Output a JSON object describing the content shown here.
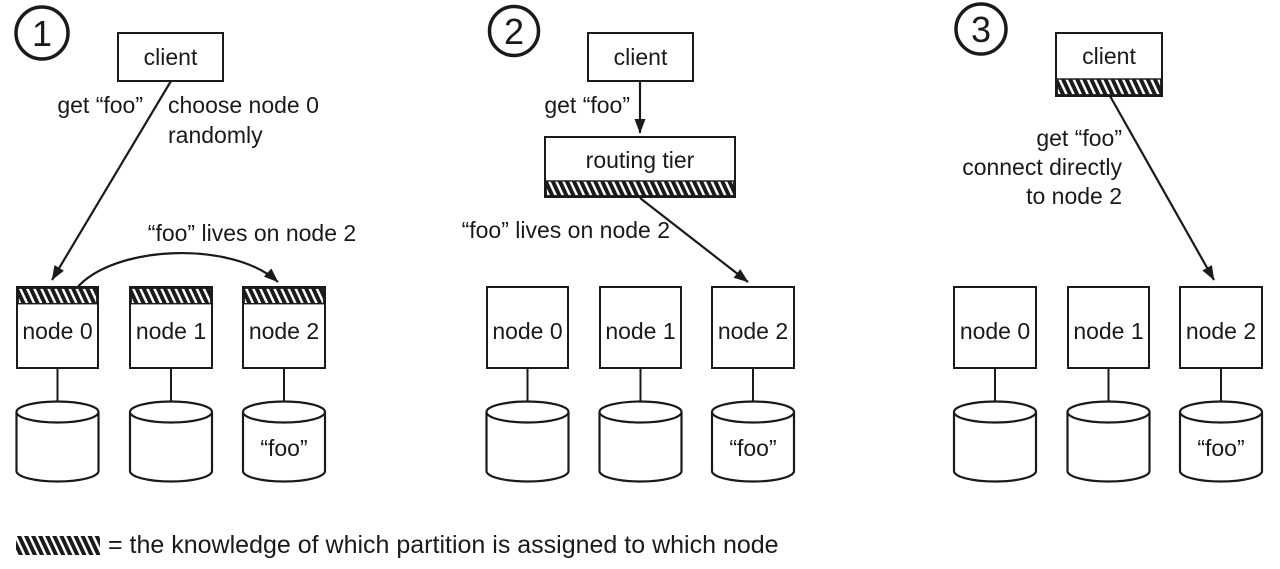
{
  "figure": {
    "panels": [
      {
        "number": "1",
        "client_label": "client",
        "request_label": "get “foo”",
        "note_line1": "choose node 0",
        "note_line2": "randomly",
        "forward_label": "“foo” lives on node 2",
        "nodes": [
          {
            "label": "node 0"
          },
          {
            "label": "node 1"
          },
          {
            "label": "node 2",
            "db_label": "“foo”"
          }
        ]
      },
      {
        "number": "2",
        "client_label": "client",
        "request_label": "get “foo”",
        "tier_label": "routing tier",
        "forward_label": "“foo” lives on node 2",
        "nodes": [
          {
            "label": "node 0"
          },
          {
            "label": "node 1"
          },
          {
            "label": "node 2",
            "db_label": "“foo”"
          }
        ]
      },
      {
        "number": "3",
        "client_label": "client",
        "request_line1": "get “foo”",
        "request_line2": "connect directly",
        "request_line3": "to node 2",
        "nodes": [
          {
            "label": "node 0"
          },
          {
            "label": "node 1"
          },
          {
            "label": "node 2",
            "db_label": "“foo”"
          }
        ]
      }
    ],
    "legend": {
      "text": "= the knowledge of which partition is assigned to which node"
    },
    "colors": {
      "ink": "#1a1a1a",
      "background": "#ffffff"
    }
  }
}
